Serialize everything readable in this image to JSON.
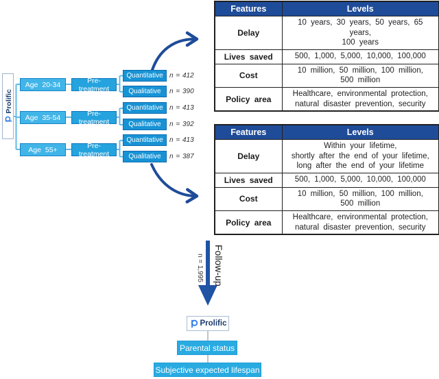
{
  "palette": {
    "navy": "#1F4C99",
    "arrow_navy": "#2053A4",
    "age_fill": "#41B5E8",
    "pre_fill": "#25A3DE",
    "arm_fill": "#1793D5",
    "cyan_fill": "#29ABE2",
    "connector_blue": "#62BAE8",
    "connector_gray": "#9E9E9E"
  },
  "icons": {
    "prolific_logo": "prolific-phi-icon"
  },
  "flowchart": {
    "source_label": "Prolific",
    "groups": [
      {
        "age": "Age 20-34",
        "treatment": "Pre-treatment",
        "arms": [
          {
            "label": "Quantitative",
            "n": "n = 412"
          },
          {
            "label": "Qualitative",
            "n": "n = 390"
          }
        ]
      },
      {
        "age": "Age 35-54",
        "treatment": "Pre-treatment",
        "arms": [
          {
            "label": "Quantitative",
            "n": "n = 413"
          },
          {
            "label": "Qualitative",
            "n": "n = 392"
          }
        ]
      },
      {
        "age": "Age 55+",
        "treatment": "Pre-treatment",
        "arms": [
          {
            "label": "Quantitative",
            "n": "n = 413"
          },
          {
            "label": "Qualitative",
            "n": "n = 387"
          }
        ]
      }
    ]
  },
  "tables": [
    {
      "headers": [
        "Features",
        "Levels"
      ],
      "rows": [
        {
          "feature": "Delay",
          "levels": "10 years, 30 years, 50 years, 65 years,\n100 years"
        },
        {
          "feature": "Lives saved",
          "levels": "500, 1,000, 5,000, 10,000, 100,000"
        },
        {
          "feature": "Cost",
          "levels": "10 million, 50 million, 100 million,\n500 million"
        },
        {
          "feature": "Policy area",
          "levels": "Healthcare, environmental protection,\nnatural disaster prevention, security"
        }
      ]
    },
    {
      "headers": [
        "Features",
        "Levels"
      ],
      "rows": [
        {
          "feature": "Delay",
          "levels": "Within your lifetime,\nshortly after the end of your lifetime,\nlong after the end of your lifetime"
        },
        {
          "feature": "Lives saved",
          "levels": "500, 1,000, 5,000, 10,000, 100,000"
        },
        {
          "feature": "Cost",
          "levels": "10 million, 50 million, 100 million,\n500 million"
        },
        {
          "feature": "Policy area",
          "levels": "Healthcare, environmental protection,\nnatural disaster prevention, security"
        }
      ]
    }
  ],
  "followup": {
    "label": "Follow-up",
    "n": "n = 1,995"
  },
  "bottom": {
    "prolific_label": "Prolific",
    "parental_status": "Parental status",
    "lifespan": "Subjective expected lifespan"
  }
}
